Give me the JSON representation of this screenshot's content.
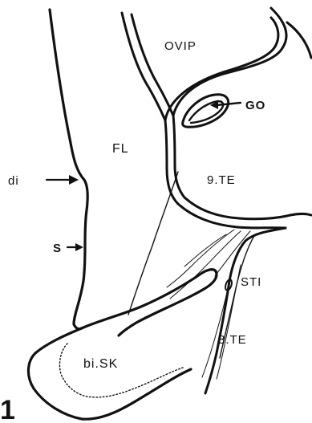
{
  "diagram": {
    "labels": {
      "ovip": "OVIP",
      "go": "GO",
      "fl": "FL",
      "te9": "9.TE",
      "di": "di",
      "s": "S",
      "sti": "STI",
      "te8": "8.TE",
      "bisk": "bi.SK",
      "figure_number": "1"
    },
    "colors": {
      "ink": "#111111",
      "background": "#ffffff"
    }
  }
}
